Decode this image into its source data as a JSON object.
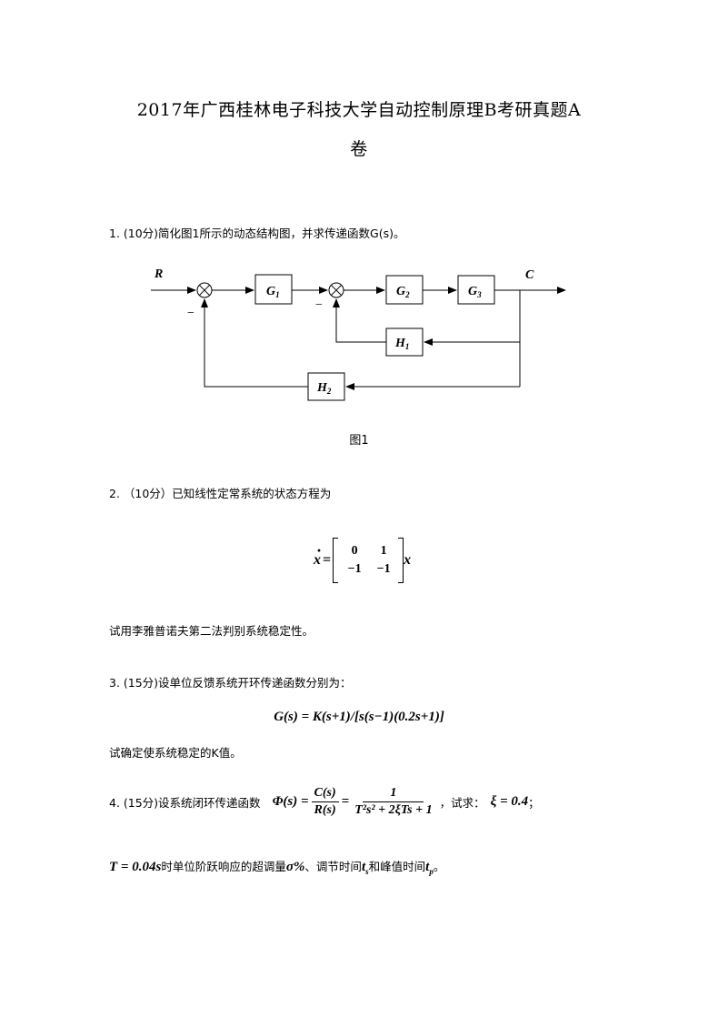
{
  "title": {
    "line1": "2017年广西桂林电子科技大学自动控制原理B考研真题A",
    "line2": "卷"
  },
  "q1": {
    "text": "1. (10分)简化图1所示的动态结构图，并求传递函数G(s)。",
    "caption": "图1",
    "diagram": {
      "input": "R",
      "output": "C",
      "minus_signs": [
        "−",
        "−"
      ],
      "blocks": {
        "G1": {
          "base": "G",
          "sub": "1"
        },
        "G2": {
          "base": "G",
          "sub": "2"
        },
        "G3": {
          "base": "G",
          "sub": "3"
        },
        "H1": {
          "base": "H",
          "sub": "1"
        },
        "H2": {
          "base": "H",
          "sub": "2"
        }
      }
    }
  },
  "q2": {
    "text": "2. （10分）已知线性定常系统的状态方程为",
    "lhs": "x",
    "dot": "·",
    "equals": "=",
    "matrix": [
      [
        "0",
        "1"
      ],
      [
        "−1",
        "−1"
      ]
    ],
    "rhs": "x",
    "after": "试用李雅普诺夫第二法判别系统稳定性。"
  },
  "q3": {
    "text": "3. (15分)设单位反馈系统开环传递函数分别为：",
    "formula": "G(s) = K(s+1)/[s(s−1)(0.2s+1)]",
    "after": "试确定使系统稳定的K值。"
  },
  "q4": {
    "text": "4. (15分)设系统闭环传递函数",
    "lhs": "Φ(s) =",
    "frac1_num": "C(s)",
    "frac1_den": "R(s)",
    "eq2": "=",
    "frac2_num": "1",
    "frac2_den": "T²s² + 2ξTs + 1",
    "mid": "，试求：",
    "cond1": "ξ = 0.4",
    "semicolon": "；",
    "cond2": "T = 0.04s",
    "line2_a": "时单位阶跃响应的超调量",
    "sigma": "σ%",
    "line2_b": "、调节时间",
    "ts_base": "t",
    "ts_sub": "s",
    "line2_c": "和峰值时间",
    "tp_base": "t",
    "tp_sub": "p",
    "line2_d": "。"
  }
}
